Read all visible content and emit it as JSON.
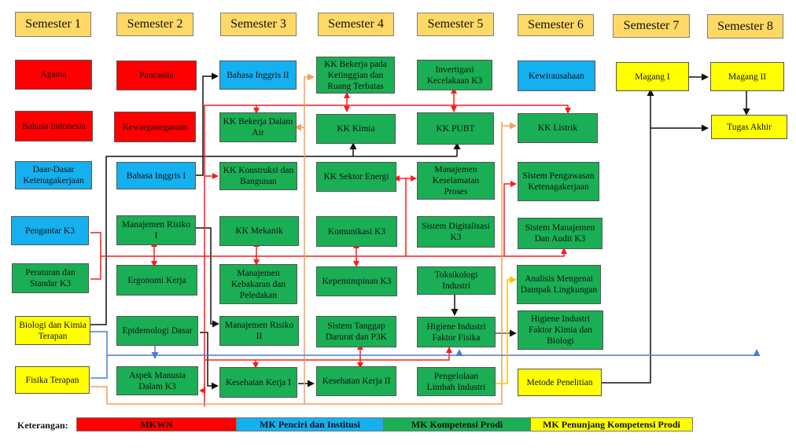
{
  "colors": {
    "mkwn": "#ff0000",
    "penciri": "#15b0ef",
    "kompetensi": "#1aaf54",
    "penunjang": "#ffff00",
    "semester_header": "#ffd966",
    "line_red": "#ff1a1a",
    "line_black": "#111111",
    "line_orange": "#f4a05a",
    "line_blue": "#4a7bd8",
    "line_gold": "#ffc000"
  },
  "semesters": [
    "Semester 1",
    "Semester 2",
    "Semester 3",
    "Semester 4",
    "Semester 5",
    "Semester 6",
    "Semester 7",
    "Semester 8"
  ],
  "courses": {
    "agama": {
      "label": "Agama",
      "category": "mkwn"
    },
    "bahasa_indonesia": {
      "label": "Bahasa Indonesia",
      "category": "mkwn"
    },
    "dasar_ketenagakerjaan": {
      "label": "Daar-Dasar Ketenagakerjaan",
      "category": "penciri"
    },
    "pengantar_k3": {
      "label": "Pengantar K3",
      "category": "penciri"
    },
    "peraturan_standar_k3": {
      "label": "Peraturan dan Standar K3",
      "category": "kompetensi"
    },
    "biologi_kimia": {
      "label": "Biologi dan Kimia Terapan",
      "category": "penunjang"
    },
    "fisika_terapan": {
      "label": "Fisika Terapan",
      "category": "penunjang"
    },
    "pancasila": {
      "label": "Pancasila",
      "category": "mkwn"
    },
    "kewarganegaraan": {
      "label": "Kewarganegaraan",
      "category": "mkwn"
    },
    "bahasa_inggris_1": {
      "label": "Bahasa Inggris I",
      "category": "penciri"
    },
    "manajemen_risiko_1": {
      "label": "Manajemen Risiko I",
      "category": "kompetensi"
    },
    "ergonomi": {
      "label": "Ergonomi Kerja",
      "category": "kompetensi"
    },
    "epidemologi": {
      "label": "Epidemologi Dasar",
      "category": "kompetensi"
    },
    "aspek_manusia": {
      "label": "Aspek Manusia Dalam K3",
      "category": "kompetensi"
    },
    "bahasa_inggris_2": {
      "label": "Bahasa Inggris II",
      "category": "penciri"
    },
    "kk_air": {
      "label": "KK Bekerja Dalam Air",
      "category": "kompetensi"
    },
    "kk_konstruksi": {
      "label": "KK Konstruksi dan Bangunan",
      "category": "kompetensi"
    },
    "kk_mekanik": {
      "label": "KK Mekanik",
      "category": "kompetensi"
    },
    "kebakaran": {
      "label": "Manajemen Kebakaran dan Peledakan",
      "category": "kompetensi"
    },
    "manajemen_risiko_2": {
      "label": "Manajemen Risiko II",
      "category": "kompetensi"
    },
    "kesehatan_kerja_1": {
      "label": "Kesehatan Kerja I",
      "category": "kompetensi"
    },
    "kk_ketinggian": {
      "label": "KK Bekerja pada Ketinggian dan Ruang Terbatas",
      "category": "kompetensi"
    },
    "kk_kimia": {
      "label": "KK Kimia",
      "category": "kompetensi"
    },
    "kk_energi": {
      "label": "KK Sektor Energi",
      "category": "kompetensi"
    },
    "komunikasi_k3": {
      "label": "Komunikasi K3",
      "category": "kompetensi"
    },
    "kepemimpinan_k3": {
      "label": "Kepemimpinan K3",
      "category": "kompetensi"
    },
    "tanggap_darurat": {
      "label": "Sistem Tanggap Darurat dan P3K",
      "category": "kompetensi"
    },
    "kesehatan_kerja_2": {
      "label": "Kesehatan Kerja II",
      "category": "kompetensi"
    },
    "investigasi": {
      "label": "Invertigasi Kecelakaan K3",
      "category": "kompetensi"
    },
    "kk_pubt": {
      "label": "KK PUBT",
      "category": "kompetensi"
    },
    "keselamatan_proses": {
      "label": "Manajemen Keselamatan Proses",
      "category": "kompetensi"
    },
    "digitalisasi": {
      "label": "Sistem Digitalisasi K3",
      "category": "kompetensi"
    },
    "toksikologi": {
      "label": "Toksikologi Industri",
      "category": "kompetensi"
    },
    "higiene_fisika": {
      "label": "Higiene Industri Faktor Fisika",
      "category": "kompetensi"
    },
    "limbah": {
      "label": "Pengelolaan Limbah Industri",
      "category": "kompetensi"
    },
    "kewirausahaan": {
      "label": "Kewirausahaan",
      "category": "penciri"
    },
    "kk_listrik": {
      "label": "KK Listrik",
      "category": "kompetensi"
    },
    "pengawasan": {
      "label": "Sistem Pengawasan Ketenagakerjaan",
      "category": "kompetensi"
    },
    "smk3": {
      "label": "Sistem Manajemen Dan Audit K3",
      "category": "kompetensi"
    },
    "amdal": {
      "label": "Analisis Mengenai Dampak Lingkungan",
      "category": "kompetensi"
    },
    "higiene_kimia": {
      "label": "Higiene Industri Faktor Kimia dan Biologi",
      "category": "kompetensi"
    },
    "metode_penelitian": {
      "label": "Metode Penelitian",
      "category": "penunjang"
    },
    "magang_1": {
      "label": "Magang I",
      "category": "penunjang"
    },
    "magang_2": {
      "label": "Magang II",
      "category": "penunjang"
    },
    "tugas_akhir": {
      "label": "Tugas Akhir",
      "category": "penunjang"
    }
  },
  "legend": {
    "title": "Keterangan:",
    "items": [
      {
        "label": "MKWN",
        "category": "mkwn"
      },
      {
        "label": "MK Penciri dan Institusi",
        "category": "penciri"
      },
      {
        "label": "MK Kompetensi Prodi",
        "category": "kompetensi"
      },
      {
        "label": "MK Penunjang Kompetensi Prodi",
        "category": "penunjang"
      }
    ]
  }
}
